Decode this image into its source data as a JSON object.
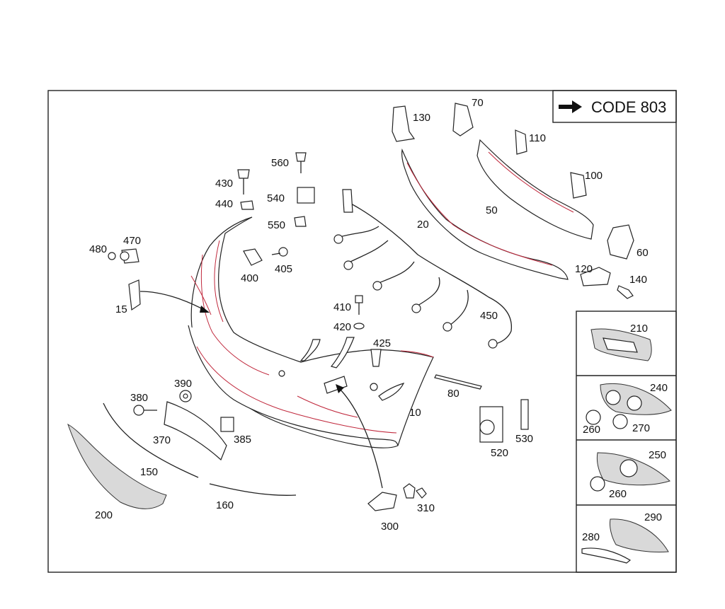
{
  "code_box": {
    "label": "CODE 803",
    "icon": "right-arrow-icon"
  },
  "parts": [
    {
      "id": "p10",
      "label": "10"
    },
    {
      "id": "p15",
      "label": "15"
    },
    {
      "id": "p20",
      "label": "20"
    },
    {
      "id": "p50",
      "label": "50"
    },
    {
      "id": "p60",
      "label": "60"
    },
    {
      "id": "p70",
      "label": "70"
    },
    {
      "id": "p80",
      "label": "80"
    },
    {
      "id": "p100",
      "label": "100"
    },
    {
      "id": "p110",
      "label": "110"
    },
    {
      "id": "p120",
      "label": "120"
    },
    {
      "id": "p130",
      "label": "130"
    },
    {
      "id": "p140",
      "label": "140"
    },
    {
      "id": "p150",
      "label": "150"
    },
    {
      "id": "p160",
      "label": "160"
    },
    {
      "id": "p200",
      "label": "200"
    },
    {
      "id": "p210",
      "label": "210"
    },
    {
      "id": "p240",
      "label": "240"
    },
    {
      "id": "p250",
      "label": "250"
    },
    {
      "id": "p260a",
      "label": "260"
    },
    {
      "id": "p260b",
      "label": "260"
    },
    {
      "id": "p270",
      "label": "270"
    },
    {
      "id": "p280",
      "label": "280"
    },
    {
      "id": "p290",
      "label": "290"
    },
    {
      "id": "p300",
      "label": "300"
    },
    {
      "id": "p310",
      "label": "310"
    },
    {
      "id": "p370",
      "label": "370"
    },
    {
      "id": "p380",
      "label": "380"
    },
    {
      "id": "p385",
      "label": "385"
    },
    {
      "id": "p390",
      "label": "390"
    },
    {
      "id": "p400",
      "label": "400"
    },
    {
      "id": "p405",
      "label": "405"
    },
    {
      "id": "p410",
      "label": "410"
    },
    {
      "id": "p420",
      "label": "420"
    },
    {
      "id": "p425",
      "label": "425"
    },
    {
      "id": "p430",
      "label": "430"
    },
    {
      "id": "p440",
      "label": "440"
    },
    {
      "id": "p450",
      "label": "450"
    },
    {
      "id": "p470",
      "label": "470"
    },
    {
      "id": "p480",
      "label": "480"
    },
    {
      "id": "p520",
      "label": "520"
    },
    {
      "id": "p530",
      "label": "530"
    },
    {
      "id": "p540",
      "label": "540"
    },
    {
      "id": "p550",
      "label": "550"
    },
    {
      "id": "p560",
      "label": "560"
    }
  ]
}
